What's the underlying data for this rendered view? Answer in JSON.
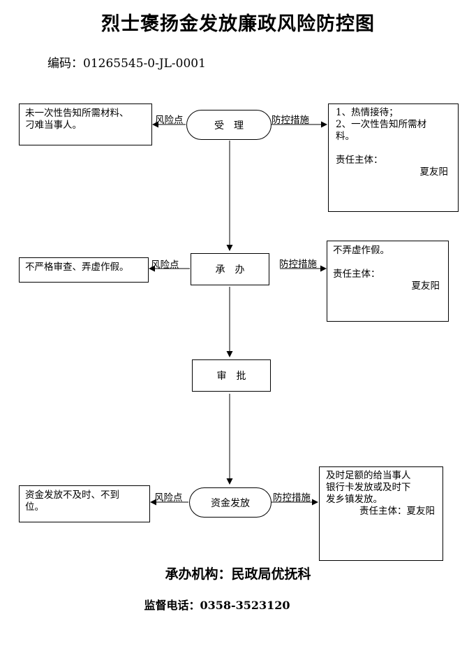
{
  "title": "烈士褒扬金发放廉政风险防控图",
  "code": "编码：01265545-0-JL-0001",
  "labels": {
    "risk": "风险点",
    "control": "防控措施"
  },
  "steps": [
    {
      "name": "受　理",
      "risk": [
        "未一次性告知所需材料、",
        "刁难当事人。"
      ],
      "control": [
        "1、热情接待；",
        "2、一次性告知所需材",
        "料。"
      ],
      "owner_label": "责任主体：",
      "owner": "夏友阳"
    },
    {
      "name": "承　办",
      "risk": [
        "不严格审查、弄虚作假。"
      ],
      "control": [
        "不弄虚作假。"
      ],
      "owner_label": "责任主体：",
      "owner": "夏友阳"
    },
    {
      "name": "审　批"
    },
    {
      "name": "资金发放",
      "risk": [
        "资金发放不及时、不到",
        "位。"
      ],
      "control": [
        "及时足额的给当事人",
        "银行卡发放或及时下",
        "发乡镇发放。"
      ],
      "owner_line": "责任主体：夏友阳"
    }
  ],
  "footer": {
    "agency": "承办机构：民政局优抚科",
    "phone": "监督电话：0358-3523120"
  }
}
